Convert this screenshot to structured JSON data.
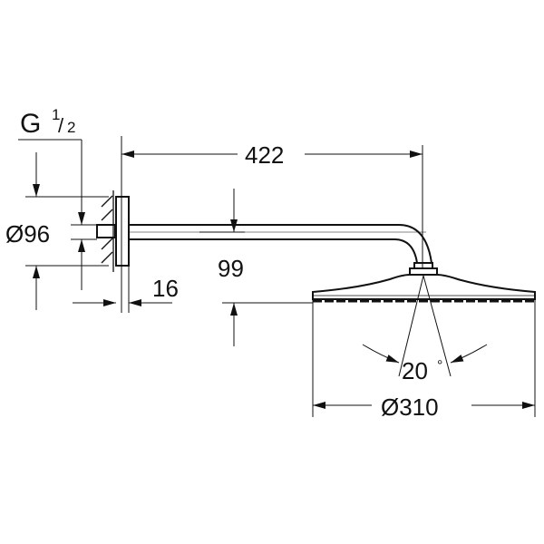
{
  "drawing": {
    "subject": "wall-mounted overhead shower head with arm",
    "line_color": "#111111",
    "background": "#ffffff"
  },
  "dimensions": {
    "thread": {
      "prefix": "G",
      "numerator": "1",
      "denominator": "2"
    },
    "flange_diameter": "Ø96",
    "flange_depth": "16",
    "arm_projection": "422",
    "arm_drop": "99",
    "spray_angle_value": "20",
    "spray_angle_unit": "°",
    "head_diameter": "Ø310"
  }
}
